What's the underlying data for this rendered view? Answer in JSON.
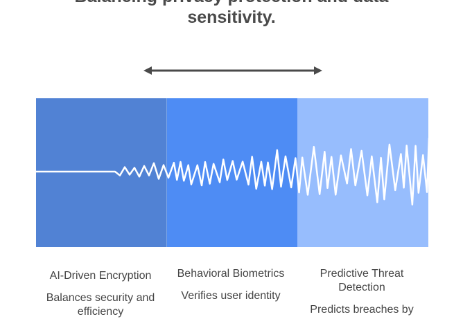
{
  "title": {
    "line1": "Balancing privacy protection and data",
    "line2": "sensitivity."
  },
  "arrow": {
    "type": "double-headed",
    "color": "#4a4a4a"
  },
  "bands": [
    {
      "color": "#5182d4"
    },
    {
      "color": "#4e8cf4"
    },
    {
      "color": "#97bdfd"
    }
  ],
  "columns": [
    {
      "label": "AI-Driven Encryption",
      "description": "Balances security and efficiency"
    },
    {
      "label": "Behavioral Biometrics",
      "description": "Verifies user identity"
    },
    {
      "label": "Predictive Threat Detection",
      "description": "Predicts breaches by"
    }
  ]
}
